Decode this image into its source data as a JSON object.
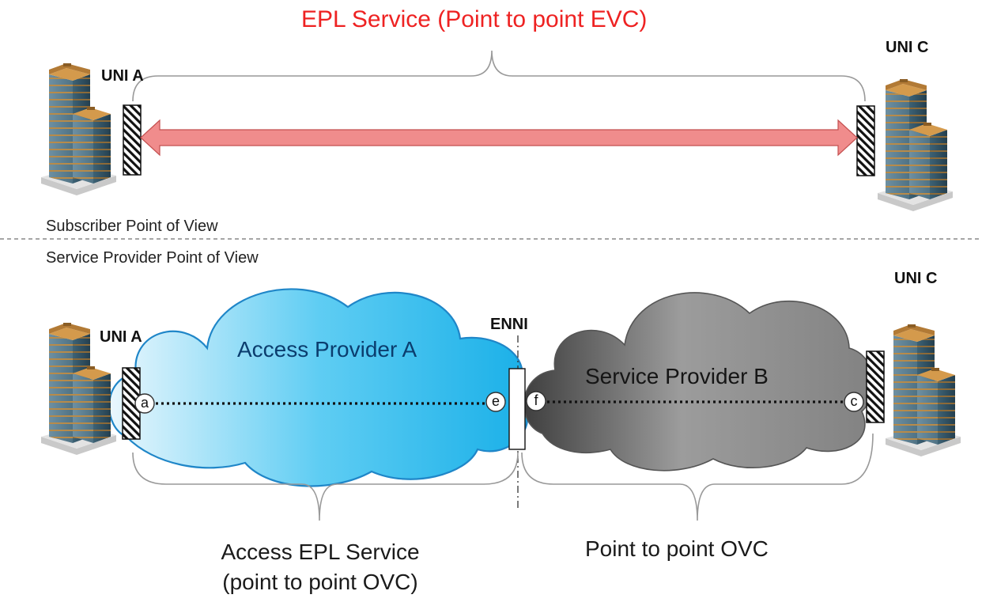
{
  "top": {
    "title": "EPL Service  (Point to point EVC)",
    "uni_a": "UNI  A",
    "uni_c": "UNI  C"
  },
  "views": {
    "subscriber": "Subscriber Point of View",
    "provider": "Service Provider Point of View"
  },
  "bottom": {
    "uni_a": "UNI  A",
    "uni_c": "UNI  C",
    "enni": "ENNI",
    "cloud_a": "Access  Provider A",
    "cloud_b": "Service  Provider B",
    "endpoint_a": "a",
    "endpoint_e": "e",
    "endpoint_f": "f",
    "endpoint_c": "c",
    "access_service_line1": "Access EPL Service",
    "access_service_line2": "(point to point OVC)",
    "ovc_label": "Point to point OVC"
  },
  "colors": {
    "title": "#ee2222",
    "evc_arrow": "#f08c8c",
    "cloud_a": "#2fb8ea",
    "cloud_b": "#8a8a8a"
  },
  "icons": [
    "building-icon",
    "uni-port-icon",
    "cloud-icon",
    "double-arrow-icon",
    "brace-icon"
  ]
}
